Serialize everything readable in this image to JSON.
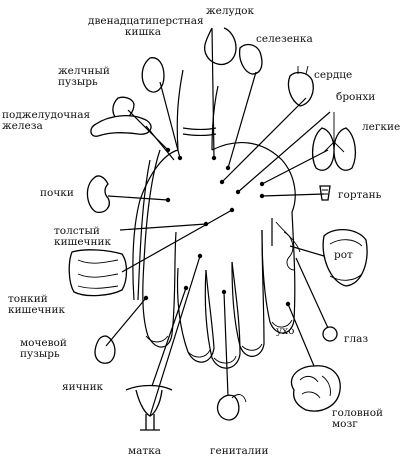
{
  "labels": {
    "duodenum": "двенадцатиперстная кишка",
    "stomach": "желудок",
    "spleen": "селезенка",
    "gallbladder": "желчный пузырь",
    "heart": "сердце",
    "bronchi": "бронхи",
    "pancreas": "поджелудочная железа",
    "lungs": "легкие",
    "kidneys": "почки",
    "larynx": "гортань",
    "colon": "толстый кишечник",
    "mouth": "рот",
    "small_intestine": "тонкий кишечник",
    "bladder": "мочевой пузырь",
    "ear": "ухо",
    "eye": "глаз",
    "ovary": "яичник",
    "brain": "головной мозг",
    "uterus": "матка",
    "genitals": "гениталии"
  }
}
